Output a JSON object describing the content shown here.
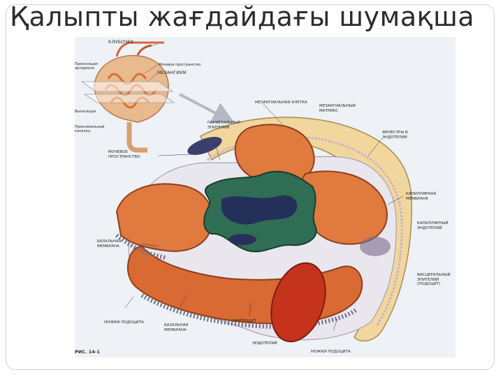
{
  "slide": {
    "title": "Қалыпты жағдайдағы шумақша"
  },
  "figure": {
    "labels": {
      "top_title": "КЛУБОЧЕК",
      "inset_urinary_space": "Мочевое пространство",
      "inset_mesangium": "МЕЗАНГИУМ",
      "inset_afferent": "Приносящая артериола",
      "inset_efferent": "Выносящая",
      "inset_tubule": "Проксимальный каналец",
      "mesangial_cell": "МЕЗАНГИАЛЬНАЯ КЛЕТКА",
      "mesangial_matrix": "МЕЗАНГИАЛЬНЫЙ МАТРИКС",
      "parietal_epithelium": "ПАРИЕТАЛЬНЫЙ ЭПИТЕЛИЙ",
      "endothelial_fenestrae": "ФЕНЕСТРЫ В ЭНДОТЕЛИИ",
      "urinary_space": "МОЧЕВОЕ ПРОСТРАНСТВО",
      "capillary_membrane": "КАПИЛЛЯРНАЯ МЕМБРАНА",
      "capillary_endothelium": "КАПИЛЛЯРНЫЙ ЭНДОТЕЛИЙ",
      "basal_membrane_left": "БАЗАЛЬНАЯ МЕМБРАНА",
      "visceral_epithelium": "ВИСЦЕРАЛЬНЫЙ ЭПИТЕЛИЙ (ПОДОЦИТ)",
      "podocyte_foot_left": "НОЖКИ ПОДОЦИТА",
      "basal_membrane_bottom": "БАЗАЛЬНАЯ МЕМБРАНА",
      "erythrocyte": "ЭРИТРОЦИТ",
      "endothelium": "ЭНДОТЕЛИЙ",
      "podocyte_foot_bottom": "НОЖКИ ПОДОЦИТА",
      "figure_number": "Рис. 14-1"
    }
  }
}
